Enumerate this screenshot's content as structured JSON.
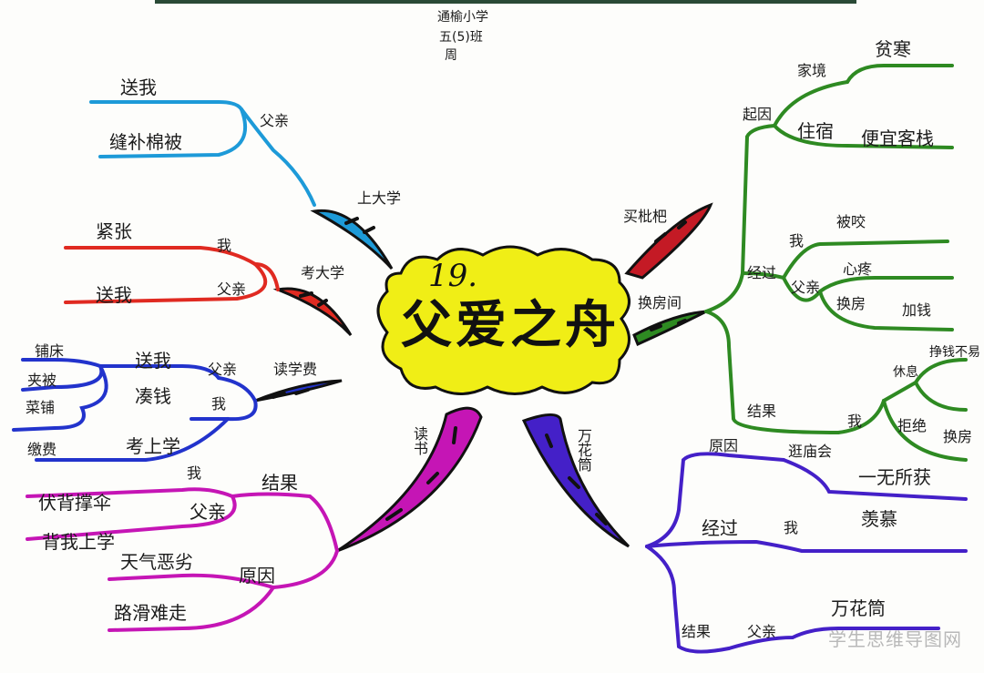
{
  "header": {
    "school": "通榆小学",
    "class": "五(5)班",
    "student": "周"
  },
  "center": {
    "number": "19.",
    "title": "父爱之舟"
  },
  "left": {
    "b1": {
      "label": "上大学",
      "node": "父亲",
      "leaves": [
        "送我",
        "缝补棉被"
      ]
    },
    "b2": {
      "label": "考大学",
      "node_a": "我",
      "node_b": "父亲",
      "leaves": [
        "紧张",
        "送我"
      ]
    },
    "b3": {
      "label": "读学费",
      "node_a": "父亲",
      "node_b": "我",
      "mid_a": "送我",
      "mid_b": "凑钱",
      "mid_c": "考上学",
      "leaves": [
        "铺床",
        "夹被",
        "菜铺",
        "缴费"
      ]
    },
    "b4": {
      "label": "读书",
      "top_a": "我",
      "top_b": "结果",
      "node": "父亲",
      "cause": "原因",
      "leaves": [
        "伏背撑伞",
        "背我上学",
        "天气恶劣",
        "路滑难走"
      ]
    }
  },
  "right": {
    "r1": {
      "label": "买枇杷"
    },
    "r2": {
      "label": "换房间",
      "cause": "起因",
      "home": "家境",
      "poor": "贫寒",
      "stay": "住宿",
      "inn": "便宜客栈",
      "process": "经过",
      "me": "我",
      "bite": "被咬",
      "father": "父亲",
      "pain": "心疼",
      "change": "换房",
      "money": "加钱",
      "result": "结果",
      "me2": "我",
      "rest": "休息",
      "thing": "挣钱不易",
      "refuse": "拒绝",
      "change2": "换房"
    },
    "r3": {
      "label": "万花筒",
      "cause": "原因",
      "fair": "逛庙会",
      "none": "一无所获",
      "process": "经过",
      "me": "我",
      "envy": "羡慕",
      "result": "结果",
      "father": "父亲",
      "item": "万花筒"
    }
  },
  "watermark": "学生思维导图网",
  "colors": {
    "yellow": "#f0ee16",
    "blue_light": "#1d9ad8",
    "red": "#e02a21",
    "blue_dark": "#2233cc",
    "magenta": "#c515b5",
    "green": "#2e8a22",
    "purple": "#4420c8",
    "darkred": "#c41a25"
  }
}
